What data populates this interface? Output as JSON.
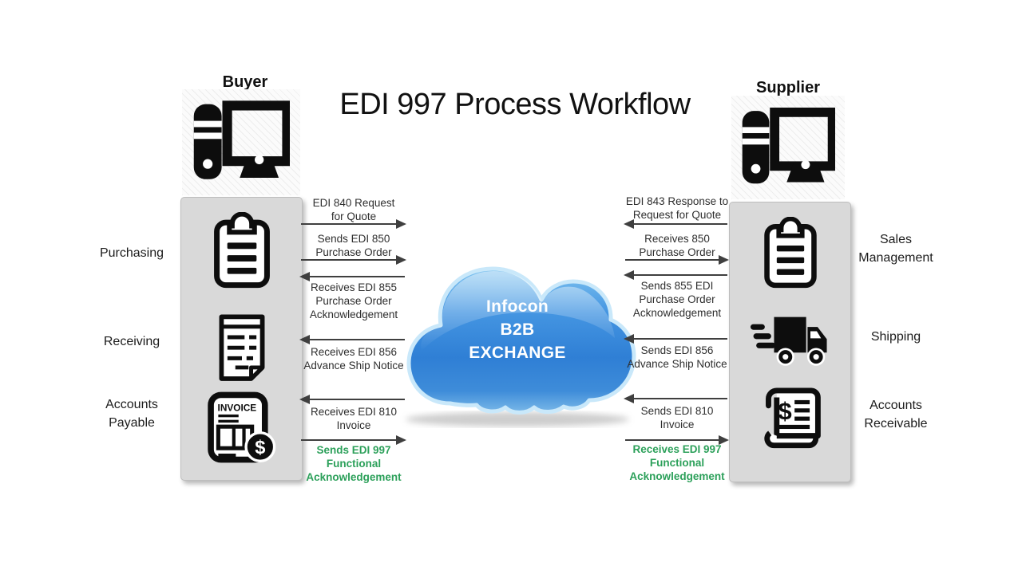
{
  "title": "EDI 997 Process Workflow",
  "buyer": {
    "label": "Buyer",
    "icon": "desktop-computer-icon",
    "departments": [
      {
        "label": "Purchasing",
        "icon": "clipboard-icon"
      },
      {
        "label": "Receiving",
        "icon": "document-icon"
      },
      {
        "label": "Accounts Payable",
        "icon": "invoice-icon"
      }
    ]
  },
  "supplier": {
    "label": "Supplier",
    "icon": "desktop-computer-icon",
    "departments": [
      {
        "label": "Sales Management",
        "icon": "clipboard-icon"
      },
      {
        "label": "Shipping",
        "icon": "truck-icon"
      },
      {
        "label": "Accounts Receivable",
        "icon": "receipt-icon"
      }
    ]
  },
  "cloud": {
    "lines": [
      "Infocon",
      "B2B",
      "EXCHANGE"
    ]
  },
  "buyer_flows": [
    {
      "label": "EDI 840 Request\nfor Quote",
      "direction": "to-cloud",
      "highlight": false
    },
    {
      "label": "Sends EDI 850\nPurchase Order",
      "direction": "to-cloud",
      "highlight": false
    },
    {
      "label": "Receives EDI 855\nPurchase Order\nAcknowledgement",
      "direction": "from-cloud",
      "highlight": false
    },
    {
      "label": "Receives EDI 856\nAdvance Ship Notice",
      "direction": "from-cloud",
      "highlight": false
    },
    {
      "label": "Receives EDI 810\nInvoice",
      "direction": "from-cloud",
      "highlight": false
    },
    {
      "label": "Sends EDI 997\nFunctional\nAcknowledgement",
      "direction": "to-cloud",
      "highlight": true
    }
  ],
  "supplier_flows": [
    {
      "label": "EDI 843 Response to\nRequest for Quote",
      "direction": "to-cloud",
      "highlight": false
    },
    {
      "label": "Receives 850\nPurchase Order",
      "direction": "to-supplier",
      "highlight": false
    },
    {
      "label": "Sends 855 EDI\nPurchase Order\nAcknowledgement",
      "direction": "to-cloud",
      "highlight": false
    },
    {
      "label": "Sends EDI 856\nAdvance Ship Notice",
      "direction": "to-cloud",
      "highlight": false
    },
    {
      "label": "Sends EDI 810\nInvoice",
      "direction": "to-cloud",
      "highlight": false
    },
    {
      "label": "Receives EDI 997\nFunctional\nAcknowledgement",
      "direction": "to-supplier",
      "highlight": true
    }
  ],
  "colors": {
    "highlight_green": "#2ca05a",
    "panel_gray": "#d9d9d9",
    "arrow": "#3f3f3f",
    "cloud_blue": "#3a87d8",
    "cloud_rim": "#c9e8fa"
  }
}
